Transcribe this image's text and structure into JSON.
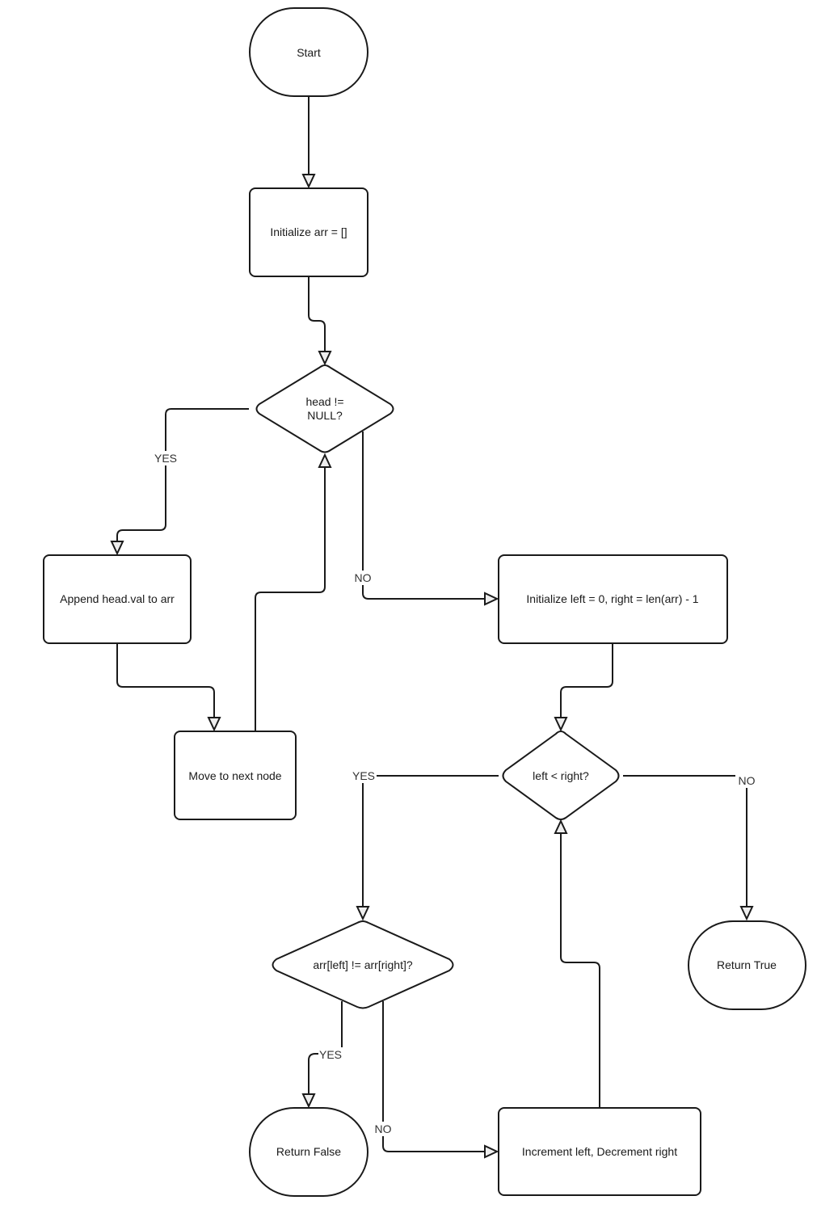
{
  "diagram": {
    "type": "flowchart",
    "title": "Linked list palindrome check",
    "nodes": {
      "start": {
        "label": "Start",
        "shape": "terminal"
      },
      "init_arr": {
        "label": "Initialize arr = []",
        "shape": "process"
      },
      "head_check": {
        "label_lines": [
          "head !=",
          "NULL?"
        ],
        "shape": "decision"
      },
      "append": {
        "label": "Append head.val to arr",
        "shape": "process"
      },
      "move_next": {
        "label": "Move to next node",
        "shape": "process"
      },
      "init_ptrs": {
        "label": "Initialize left = 0, right = len(arr) - 1",
        "shape": "process"
      },
      "lr_check": {
        "label": "left < right?",
        "shape": "decision"
      },
      "cmp_check": {
        "label": "arr[left] != arr[right]?",
        "shape": "decision"
      },
      "return_false": {
        "label": "Return False",
        "shape": "terminal"
      },
      "return_true": {
        "label": "Return True",
        "shape": "terminal"
      },
      "step": {
        "label": "Increment left, Decrement right",
        "shape": "process"
      }
    },
    "edges": [
      {
        "from": "start",
        "to": "init_arr",
        "label": ""
      },
      {
        "from": "init_arr",
        "to": "head_check",
        "label": ""
      },
      {
        "from": "head_check",
        "to": "append",
        "label": "YES"
      },
      {
        "from": "append",
        "to": "move_next",
        "label": ""
      },
      {
        "from": "move_next",
        "to": "head_check",
        "label": ""
      },
      {
        "from": "head_check",
        "to": "init_ptrs",
        "label": "NO"
      },
      {
        "from": "init_ptrs",
        "to": "lr_check",
        "label": ""
      },
      {
        "from": "lr_check",
        "to": "cmp_check",
        "label": "YES"
      },
      {
        "from": "lr_check",
        "to": "return_true",
        "label": "NO"
      },
      {
        "from": "cmp_check",
        "to": "return_false",
        "label": "YES"
      },
      {
        "from": "cmp_check",
        "to": "step",
        "label": "NO"
      },
      {
        "from": "step",
        "to": "lr_check",
        "label": ""
      }
    ],
    "colors": {
      "stroke": "#1a1a1a",
      "arrow_fill": "#eeeeee",
      "background": "#ffffff"
    }
  }
}
